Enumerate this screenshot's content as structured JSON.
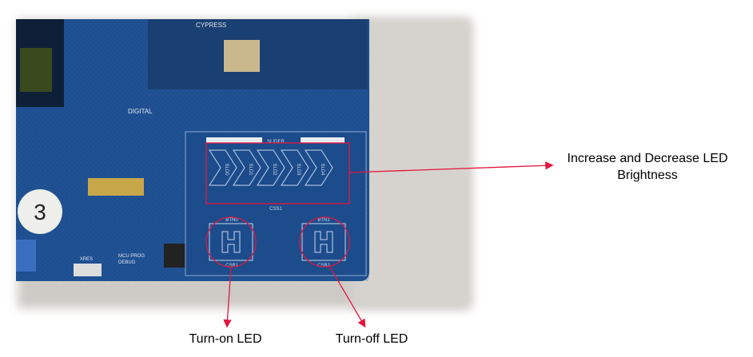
{
  "annotations": {
    "slider": "Increase and Decrease LED Brightness",
    "button0": "Turn-on LED",
    "button1": "Turn-off LED"
  },
  "board": {
    "slider_label": "SLIDER",
    "slider_segments": [
      "SLD0",
      "SLD1",
      "SLD2",
      "SLD3",
      "SLD4"
    ],
    "slider_id": "CSS1",
    "btn0_label": "BTN0",
    "btn1_label": "BTN1",
    "btn0_id": "CSB1",
    "btn1_id": "CSB2",
    "brand": "CYPRESS",
    "digital": "DIGITAL",
    "mcu_label": "MCU PROG DEBUG",
    "xres": "XRES",
    "number": "3"
  },
  "colors": {
    "annotation": "#e3173e",
    "board": "#1d4e8f",
    "background": "#c9c7c2"
  }
}
